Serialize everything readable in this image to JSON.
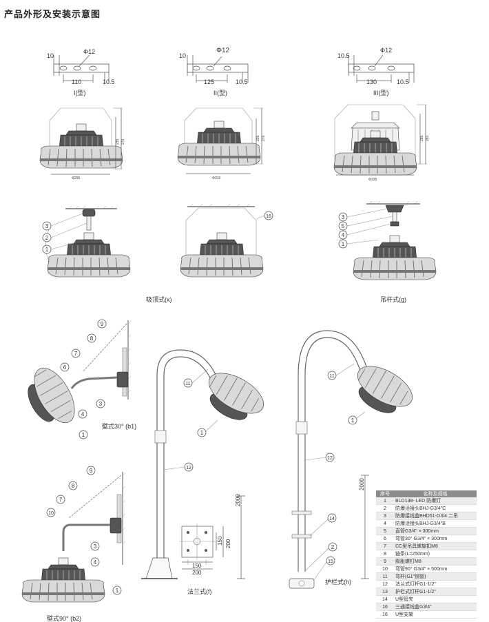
{
  "title": "产品外形及安装示意图",
  "bracket_types": [
    {
      "label": "I(型)",
      "d1": "10",
      "hole": "Φ12",
      "d2": "110",
      "d3": "10.5"
    },
    {
      "label": "II(型)",
      "d1": "10",
      "hole": "Φ12",
      "d2": "125",
      "d3": "10.5"
    },
    {
      "label": "III(型)",
      "d1": "10.5",
      "hole": "Φ12",
      "d2": "130",
      "d3": "10.5"
    }
  ],
  "product_dims": [
    {
      "width": "Φ295",
      "h1": "235",
      "h2": "270"
    },
    {
      "width": "Φ310",
      "h1": "235",
      "h2": "270"
    },
    {
      "width": "Φ325",
      "h1": "265",
      "h2": "283"
    }
  ],
  "install_labels": {
    "ceiling": "吸顶式(x)",
    "pendant": "吊杆式(g)",
    "wall30": "壁式30° (b1)",
    "wall90": "壁式90° (b2)",
    "flange": "法兰式(f)",
    "guardrail": "护栏式(h)"
  },
  "callouts": {
    "c1": "1",
    "c2": "2",
    "c3": "3",
    "c4": "4",
    "c5": "5",
    "c6": "6",
    "c7": "7",
    "c8": "8",
    "c9": "9",
    "c10": "10",
    "c11": "11",
    "c12": "12",
    "c14": "14",
    "c15": "15",
    "c16": "16"
  },
  "flange_dims": {
    "height": "2000",
    "plate_inner": "150",
    "plate_outer": "200",
    "side_inner": "150",
    "side_outer": "200"
  },
  "guard_dims": {
    "height": "2000"
  },
  "parts_table": {
    "headers": [
      "序号",
      "名称及规格"
    ],
    "rows": [
      [
        "1",
        "BLD138- LED 防爆灯"
      ],
      [
        "2",
        "防爆活接头BHJ-G3/4\"C"
      ],
      [
        "3",
        "防爆接线盒BHD51-G3/4 二吊"
      ],
      [
        "4",
        "防爆活接头BHJ-G3/4\"B"
      ],
      [
        "5",
        "直管G3/4\" × 300mm"
      ],
      [
        "6",
        "弯管30°  G3/4\" × 300mm"
      ],
      [
        "7",
        "CC型吊具螺旋扣M6"
      ],
      [
        "8",
        "链条(L=250mm)"
      ],
      [
        "9",
        "膨胀螺钉M8"
      ],
      [
        "10",
        "弯管90°  G3/4\" × 500mm"
      ],
      [
        "11",
        "弯杆(G1\"钢管)"
      ],
      [
        "12",
        "法兰式灯杆G1-1/2\""
      ],
      [
        "13",
        "护栏式灯杆G1-1/2\""
      ],
      [
        "14",
        "U型管夹"
      ],
      [
        "16",
        "三通接线盒G3/4\""
      ],
      [
        "16",
        "U型支架"
      ]
    ]
  }
}
